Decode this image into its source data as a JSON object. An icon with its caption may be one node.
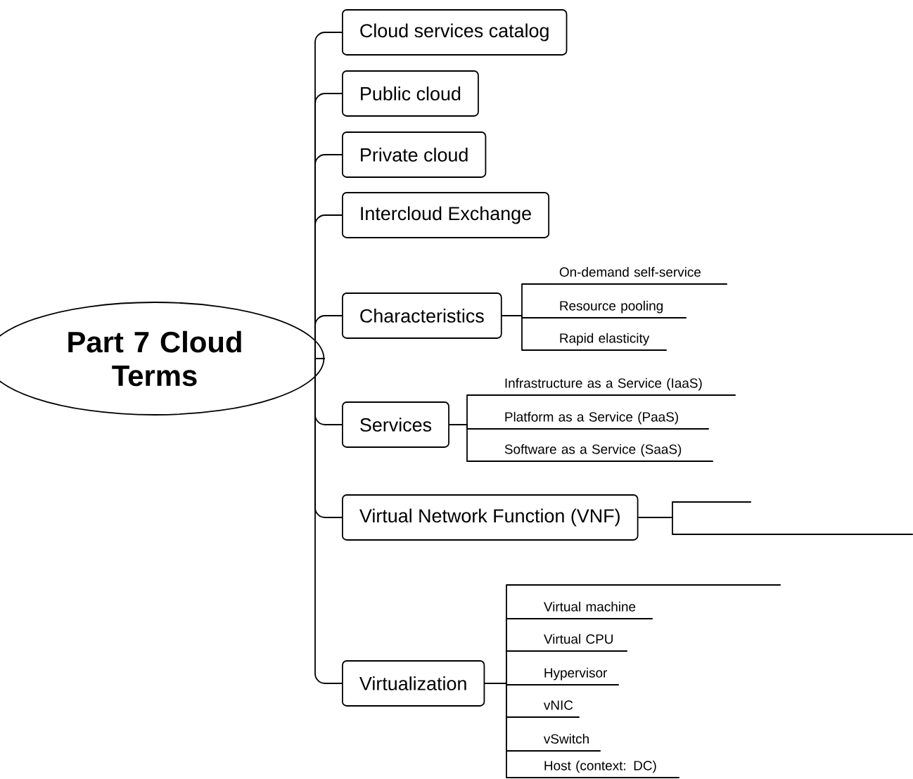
{
  "diagram": {
    "nodes": [
      {
        "text": [
          "Part 7 Cloud Terms"
        ]
      },
      {
        "text": [
          "Cloud services catalog"
        ]
      },
      {
        "text": [
          "Public cloud"
        ]
      },
      {
        "text": [
          "Private cloud"
        ]
      },
      {
        "text": [
          "Intercloud Exchange"
        ]
      },
      {
        "text": [
          "Characteristics"
        ]
      },
      {
        "text": [
          "Services"
        ]
      },
      {
        "text": [
          "Virtual Network Function (VNF)"
        ]
      },
      {
        "text": [
          "Virtualization"
        ]
      },
      {
        "text": [
          "On-demand self-service"
        ]
      },
      {
        "text": [
          "Resource pooling"
        ]
      },
      {
        "text": [
          "Rapid elasticity"
        ]
      },
      {
        "text": [
          "Infrastructure as a Service (IaaS)"
        ]
      },
      {
        "text": [
          "Platform as a Service (PaaS)"
        ]
      },
      {
        "text": [
          "Software as a Service (SaaS)"
        ]
      },
      {
        "text": [],
        "shape": "line"
      },
      {
        "text": [],
        "shape": "line"
      },
      {
        "text": [],
        "shape": "line"
      },
      {
        "text": [
          "Virtual machine"
        ]
      },
      {
        "text": [
          "Virtual CPU"
        ]
      },
      {
        "text": [
          "Hypervisor"
        ]
      },
      {
        "text": [
          "vNIC"
        ]
      },
      {
        "text": [
          "vSwitch"
        ]
      },
      {
        "text": [
          "Host (context: DC)"
        ]
      }
    ],
    "edges": [
      {
        "from": 0,
        "to": 1,
        "arrow": "none"
      },
      {
        "from": 0,
        "to": 2,
        "arrow": "none"
      },
      {
        "from": 0,
        "to": 3,
        "arrow": "none"
      },
      {
        "from": 0,
        "to": 4,
        "arrow": "none"
      },
      {
        "from": 0,
        "to": 5,
        "arrow": "none"
      },
      {
        "from": 0,
        "to": 6,
        "arrow": "none"
      },
      {
        "from": 0,
        "to": 7,
        "arrow": "none"
      },
      {
        "from": 0,
        "to": 8,
        "arrow": "none"
      },
      {
        "from": 5,
        "to": 9,
        "arrow": "none"
      },
      {
        "from": 5,
        "to": 10,
        "arrow": "none"
      },
      {
        "from": 5,
        "to": 11,
        "arrow": "none"
      },
      {
        "from": 6,
        "to": 12,
        "arrow": "none"
      },
      {
        "from": 6,
        "to": 13,
        "arrow": "none"
      },
      {
        "from": 6,
        "to": 14,
        "arrow": "none"
      },
      {
        "from": 7,
        "to": 15,
        "arrow": "none"
      },
      {
        "from": 7,
        "to": 16,
        "arrow": "none"
      },
      {
        "from": 8,
        "to": 17,
        "arrow": "none"
      },
      {
        "from": 8,
        "to": 18,
        "arrow": "none"
      },
      {
        "from": 8,
        "to": 19,
        "arrow": "none"
      },
      {
        "from": 8,
        "to": 20,
        "arrow": "none"
      },
      {
        "from": 8,
        "to": 21,
        "arrow": "none"
      },
      {
        "from": 8,
        "to": 22,
        "arrow": "none"
      },
      {
        "from": 8,
        "to": 23,
        "arrow": "none"
      }
    ]
  }
}
